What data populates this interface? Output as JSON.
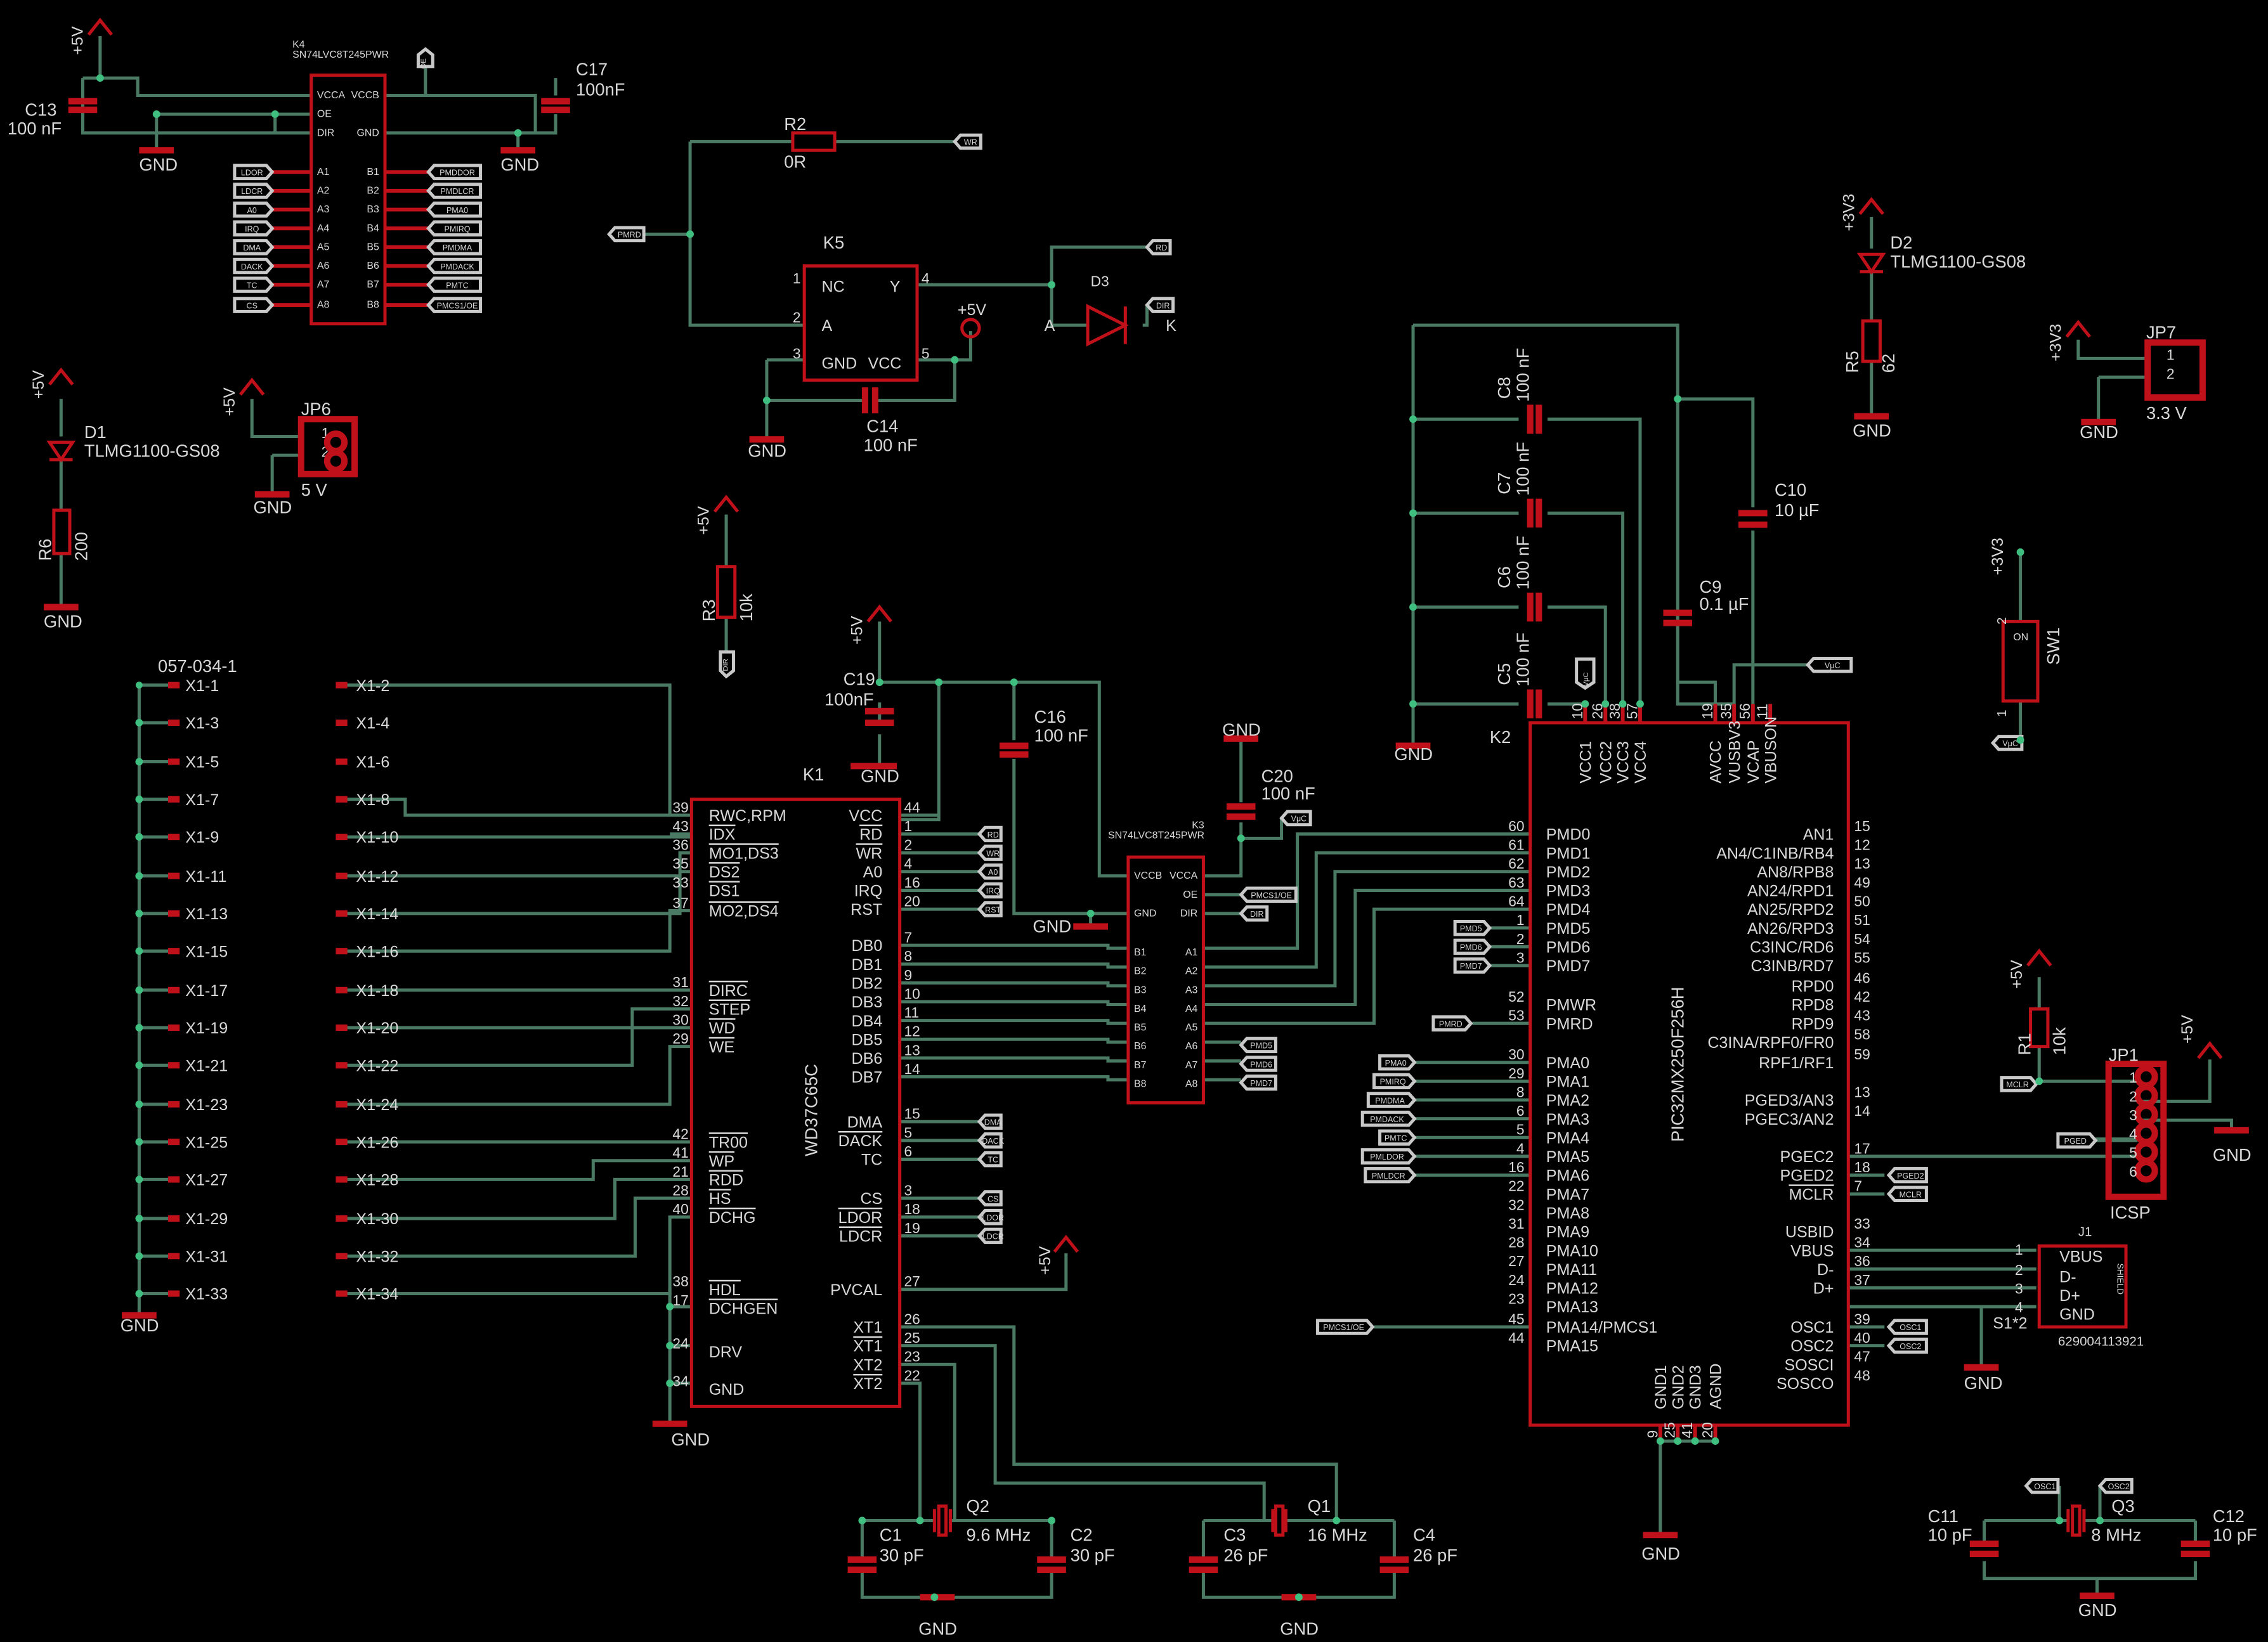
{
  "colors": {
    "background": "#000000",
    "wire": "#4a7a64",
    "part": "#c0101a",
    "junction": "#3fbf7f",
    "text": "#d8d8d8"
  },
  "k4": {
    "name": "K4",
    "value": "SN74LVC8T245PWR",
    "pins_left": [
      "VCCA",
      "OE",
      "DIR",
      "A1",
      "A2",
      "A3",
      "A4",
      "A5",
      "A6",
      "A7",
      "A8"
    ],
    "pins_right": [
      "VCCB",
      "GND",
      "B1",
      "B2",
      "B3",
      "B4",
      "B5",
      "B6",
      "B7",
      "B8"
    ],
    "in_labels": [
      "LDOR",
      "LDCR",
      "A0",
      "IRQ",
      "DMA",
      "DACK",
      "TC",
      "CS"
    ],
    "out_labels": [
      "PMDDOR",
      "PMDLCR",
      "PMA0",
      "PMIRQ",
      "PMDMA",
      "PMDACK",
      "PMTC",
      "PMCS1/OE"
    ],
    "oe_label": "OE"
  },
  "caps": {
    "c13": {
      "name": "C13",
      "value": "100 nF"
    },
    "c17": {
      "name": "C17",
      "value": "100nF"
    },
    "c14": {
      "name": "C14",
      "value": "100 nF"
    },
    "c19": {
      "name": "C19",
      "value": "100nF"
    },
    "c16": {
      "name": "C16",
      "value": "100 nF"
    },
    "c20": {
      "name": "C20",
      "value": "100 nF"
    },
    "c8": {
      "name": "C8",
      "value": "100 nF"
    },
    "c7": {
      "name": "C7",
      "value": "100 nF"
    },
    "c6": {
      "name": "C6",
      "value": "100 nF"
    },
    "c5": {
      "name": "C5",
      "value": "100 nF"
    },
    "c10": {
      "name": "C10",
      "value": "10 µF"
    },
    "c9": {
      "name": "C9",
      "value": "0.1 µF"
    },
    "c1": {
      "name": "C1",
      "value": "30 pF"
    },
    "c2": {
      "name": "C2",
      "value": "30 pF"
    },
    "c3": {
      "name": "C3",
      "value": "26 pF"
    },
    "c4": {
      "name": "C4",
      "value": "26 pF"
    },
    "c11": {
      "name": "C11",
      "value": "10 pF"
    },
    "c12": {
      "name": "C12",
      "value": "10 pF"
    }
  },
  "resistors": {
    "r2": {
      "name": "R2",
      "value": "0R"
    },
    "r3": {
      "name": "R3",
      "value": "10k"
    },
    "r5": {
      "name": "R5",
      "value": "62"
    },
    "r6": {
      "name": "R6",
      "value": "200"
    },
    "r1": {
      "name": "R1",
      "value": "10k"
    }
  },
  "k5": {
    "name": "K5",
    "pins": [
      "NC",
      "A",
      "GND",
      "Y",
      "VCC"
    ],
    "pin_numbers": [
      "1",
      "2",
      "3",
      "4",
      "5"
    ],
    "in_label": "PMRD",
    "out_label": "RD",
    "wr_label": "WR"
  },
  "d3": {
    "name": "D3",
    "anode": "A",
    "cathode": "K",
    "label": "DIR"
  },
  "d1": {
    "name": "D1",
    "value": "TLMG1100-GS08"
  },
  "d2": {
    "name": "D2",
    "value": "TLMG1100-GS08"
  },
  "jp6": {
    "name": "JP6",
    "value": "5 V",
    "pins": [
      "1",
      "2"
    ]
  },
  "jp7": {
    "name": "JP7",
    "value": "3.3 V",
    "pins": [
      "1",
      "2"
    ]
  },
  "jp1": {
    "name": "JP1",
    "value": "ICSP",
    "pins": [
      "1",
      "2",
      "3",
      "4",
      "5",
      "6"
    ],
    "mclr": "MCLR",
    "pged": "PGED"
  },
  "sw1": {
    "name": "SW1",
    "on": "ON",
    "pins": [
      "2",
      "1"
    ],
    "label": "VμC"
  },
  "power": {
    "p5v": "+5V",
    "p3v3": "+3V3",
    "gnd": "GND"
  },
  "x1": {
    "name": "057-034-1",
    "left": [
      "X1-1",
      "X1-3",
      "X1-5",
      "X1-7",
      "X1-9",
      "X1-11",
      "X1-13",
      "X1-15",
      "X1-17",
      "X1-19",
      "X1-21",
      "X1-23",
      "X1-25",
      "X1-27",
      "X1-29",
      "X1-31",
      "X1-33"
    ],
    "right": [
      "X1-2",
      "X1-4",
      "X1-6",
      "X1-8",
      "X1-10",
      "X1-12",
      "X1-14",
      "X1-16",
      "X1-18",
      "X1-20",
      "X1-22",
      "X1-24",
      "X1-26",
      "X1-28",
      "X1-30",
      "X1-32",
      "X1-34"
    ]
  },
  "k1": {
    "name": "K1",
    "value": "WD37C65C",
    "left_pins": [
      [
        "39",
        "RWC,RPM"
      ],
      [
        "43",
        "IDX"
      ],
      [
        "36",
        "MO1,DS3"
      ],
      [
        "35",
        "DS2"
      ],
      [
        "33",
        "DS1"
      ],
      [
        "37",
        "MO2,DS4"
      ],
      [
        "31",
        "DIRC"
      ],
      [
        "32",
        "STEP"
      ],
      [
        "30",
        "WD"
      ],
      [
        "29",
        "WE"
      ],
      [
        "42",
        "TR00"
      ],
      [
        "41",
        "WP"
      ],
      [
        "21",
        "RDD"
      ],
      [
        "28",
        "HS"
      ],
      [
        "40",
        "DCHG"
      ],
      [
        "38",
        "HDL"
      ],
      [
        "17",
        "DCHGEN"
      ],
      [
        "24",
        "DRV"
      ],
      [
        "34",
        "GND"
      ]
    ],
    "right_pins": [
      [
        "44",
        "VCC"
      ],
      [
        "1",
        "RD"
      ],
      [
        "2",
        "WR"
      ],
      [
        "4",
        "A0"
      ],
      [
        "16",
        "IRQ"
      ],
      [
        "20",
        "RST"
      ],
      [
        "7",
        "DB0"
      ],
      [
        "8",
        "DB1"
      ],
      [
        "9",
        "DB2"
      ],
      [
        "10",
        "DB3"
      ],
      [
        "11",
        "DB4"
      ],
      [
        "12",
        "DB5"
      ],
      [
        "13",
        "DB6"
      ],
      [
        "14",
        "DB7"
      ],
      [
        "15",
        "DMA"
      ],
      [
        "5",
        "DACK"
      ],
      [
        "6",
        "TC"
      ],
      [
        "3",
        "CS"
      ],
      [
        "18",
        "LDOR"
      ],
      [
        "19",
        "LDCR"
      ],
      [
        "27",
        "PVCAL"
      ],
      [
        "26",
        "XT1"
      ],
      [
        "25",
        "XT1"
      ],
      [
        "23",
        "XT2"
      ],
      [
        "22",
        "XT2"
      ]
    ],
    "right_labels": [
      "RD",
      "WR",
      "A0",
      "IRQ",
      "RST",
      "DMA",
      "DACK",
      "TC",
      "CS",
      "LDOR",
      "LDCR"
    ]
  },
  "k3": {
    "name": "K3",
    "value": "SN74LVC8T245PWR",
    "pins_left": [
      "VCCB",
      "GND",
      "B1",
      "B2",
      "B3",
      "B4",
      "B5",
      "B6",
      "B7",
      "B8"
    ],
    "pins_right": [
      "VCCA",
      "OE",
      "DIR",
      "A1",
      "A2",
      "A3",
      "A4",
      "A5",
      "A6",
      "A7",
      "A8"
    ],
    "labels_right": [
      "PMCS1/OE",
      "DIR",
      "PMD5",
      "PMD6",
      "PMD7"
    ],
    "vuc": "VμC"
  },
  "k2": {
    "name": "K2",
    "value": "PIC32MX250F256H",
    "top_pins": [
      [
        "10",
        "VCC1"
      ],
      [
        "26",
        "VCC2"
      ],
      [
        "38",
        "VCC3"
      ],
      [
        "57",
        "VCC4"
      ],
      [
        "19",
        "AVCC"
      ],
      [
        "35",
        "VUSBV3"
      ],
      [
        "56",
        "VCAP"
      ],
      [
        "11",
        "VBUSON"
      ]
    ],
    "left_pins": [
      [
        "60",
        "PMD0"
      ],
      [
        "61",
        "PMD1"
      ],
      [
        "62",
        "PMD2"
      ],
      [
        "63",
        "PMD3"
      ],
      [
        "64",
        "PMD4"
      ],
      [
        "1",
        "PMD5"
      ],
      [
        "2",
        "PMD6"
      ],
      [
        "3",
        "PMD7"
      ],
      [
        "52",
        "PMWR"
      ],
      [
        "53",
        "PMRD"
      ],
      [
        "30",
        "PMA0"
      ],
      [
        "29",
        "PMA1"
      ],
      [
        "8",
        "PMA2"
      ],
      [
        "6",
        "PMA3"
      ],
      [
        "5",
        "PMA4"
      ],
      [
        "4",
        "PMA5"
      ],
      [
        "16",
        "PMA6"
      ],
      [
        "22",
        "PMA7"
      ],
      [
        "32",
        "PMA8"
      ],
      [
        "31",
        "PMA9"
      ],
      [
        "28",
        "PMA10"
      ],
      [
        "27",
        "PMA11"
      ],
      [
        "24",
        "PMA12"
      ],
      [
        "23",
        "PMA13"
      ],
      [
        "45",
        "PMA14/PMCS1"
      ],
      [
        "44",
        "PMA15"
      ]
    ],
    "right_pins": [
      [
        "15",
        "AN1"
      ],
      [
        "12",
        "AN4/C1INB/RB4"
      ],
      [
        "13",
        "AN8/RPB8"
      ],
      [
        "49",
        "AN24/RPD1"
      ],
      [
        "50",
        "AN25/RPD2"
      ],
      [
        "51",
        "AN26/RPD3"
      ],
      [
        "54",
        "C3INC/RD6"
      ],
      [
        "55",
        "C3INB/RD7"
      ],
      [
        "46",
        "RPD0"
      ],
      [
        "42",
        "RPD8"
      ],
      [
        "43",
        "RPD9"
      ],
      [
        "58",
        "C3INA/RPF0/FR0"
      ],
      [
        "59",
        "RPF1/RF1"
      ],
      [
        "13",
        "PGED3/AN3"
      ],
      [
        "14",
        "PGEC3/AN2"
      ],
      [
        "17",
        "PGEC2"
      ],
      [
        "18",
        "PGED2"
      ],
      [
        "7",
        "MCLR"
      ],
      [
        "33",
        "USBID"
      ],
      [
        "34",
        "VBUS"
      ],
      [
        "36",
        "D-"
      ],
      [
        "37",
        "D+"
      ],
      [
        "39",
        "OSC1"
      ],
      [
        "40",
        "OSC2"
      ],
      [
        "47",
        "SOSCI"
      ],
      [
        "48",
        "SOSCO"
      ]
    ],
    "bottom_pins": [
      [
        "9",
        "GND1"
      ],
      [
        "25",
        "GND2"
      ],
      [
        "41",
        "GND3"
      ],
      [
        "20",
        "AGND"
      ]
    ],
    "left_labels": [
      "PMD5",
      "PMD6",
      "PMD7",
      "PMRD",
      "PMA0",
      "PMIRQ",
      "PMDMA",
      "PMDACK",
      "PMTC",
      "PMLDOR",
      "PMLDCR",
      "PMCS1/OE"
    ],
    "right_labels": [
      "PGED2",
      "MCLR",
      "OSC1",
      "OSC2"
    ],
    "vuc": "VμC"
  },
  "j1": {
    "name": "J1",
    "value": "629004113921",
    "pins": [
      "VBUS",
      "D-",
      "D+",
      "GND"
    ],
    "numbers": [
      "1",
      "2",
      "3",
      "4"
    ],
    "s1": "S1*2",
    "shield": "SHIELD"
  },
  "crystals": {
    "q2": {
      "name": "Q2",
      "value": "9.6 MHz"
    },
    "q1": {
      "name": "Q1",
      "value": "16 MHz"
    },
    "q3": {
      "name": "Q3",
      "value": "8 MHz",
      "osc1": "OSC1",
      "osc2": "OSC2"
    }
  }
}
